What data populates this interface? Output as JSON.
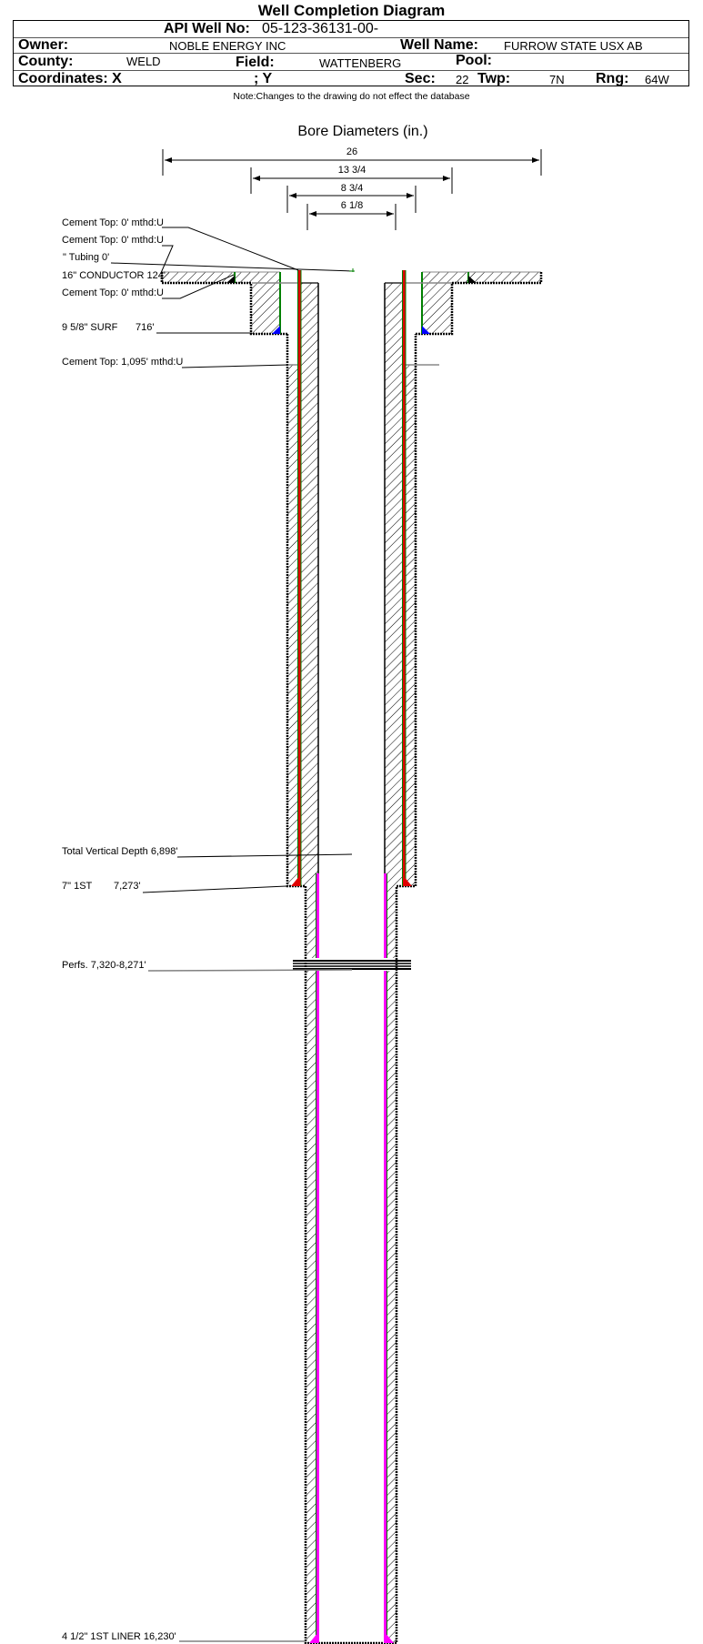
{
  "title": "Well Completion Diagram",
  "header": {
    "api_label": "API Well No:",
    "api_value": "05-123-36131-00-",
    "owner_label": "Owner:",
    "owner_value": "NOBLE ENERGY INC",
    "well_name_label": "Well Name:",
    "well_name_value": "FURROW STATE USX AB",
    "county_label": "County:",
    "county_value": "WELD",
    "field_label": "Field:",
    "field_value": "WATTENBERG",
    "pool_label": "Pool:",
    "pool_value": "",
    "coord_x_label": "Coordinates: X",
    "coord_y_label": "; Y",
    "sec_label": "Sec:",
    "sec_value": "22",
    "twp_label": "Twp:",
    "twp_value": "7N",
    "rng_label": "Rng:",
    "rng_value": "64W"
  },
  "note": "Note:Changes to the drawing do not effect the database",
  "bore": {
    "title": "Bore Diameters (in.)",
    "diameters": [
      "26",
      "13 3/4",
      "8 3/4",
      "6 1/8"
    ]
  },
  "labels": {
    "cement_top_1": "Cement Top: 0' mthd:U",
    "cement_top_2": "Cement Top: 0' mthd:U",
    "tubing": "\" Tubing 0'",
    "conductor": "16\" CONDUCTOR  124'",
    "cement_top_3": "Cement Top: 0' mthd:U",
    "surf_name": "9 5/8\" SURF",
    "surf_depth": "716'",
    "cement_top_4": "Cement Top: 1,095' mthd:U",
    "tvd": "Total Vertical Depth 6,898'",
    "first_name": "7\" 1ST",
    "first_depth": "7,273'",
    "perfs": "Perfs. 7,320-8,271'",
    "liner": "4 1/2\" 1ST LINER  16,230'"
  },
  "colors": {
    "casing_red": "#e00000",
    "liner_magenta": "#ff00ff",
    "cement_green": "#008000",
    "shoe_blue": "#0000ff",
    "leader_grey": "#808080"
  }
}
